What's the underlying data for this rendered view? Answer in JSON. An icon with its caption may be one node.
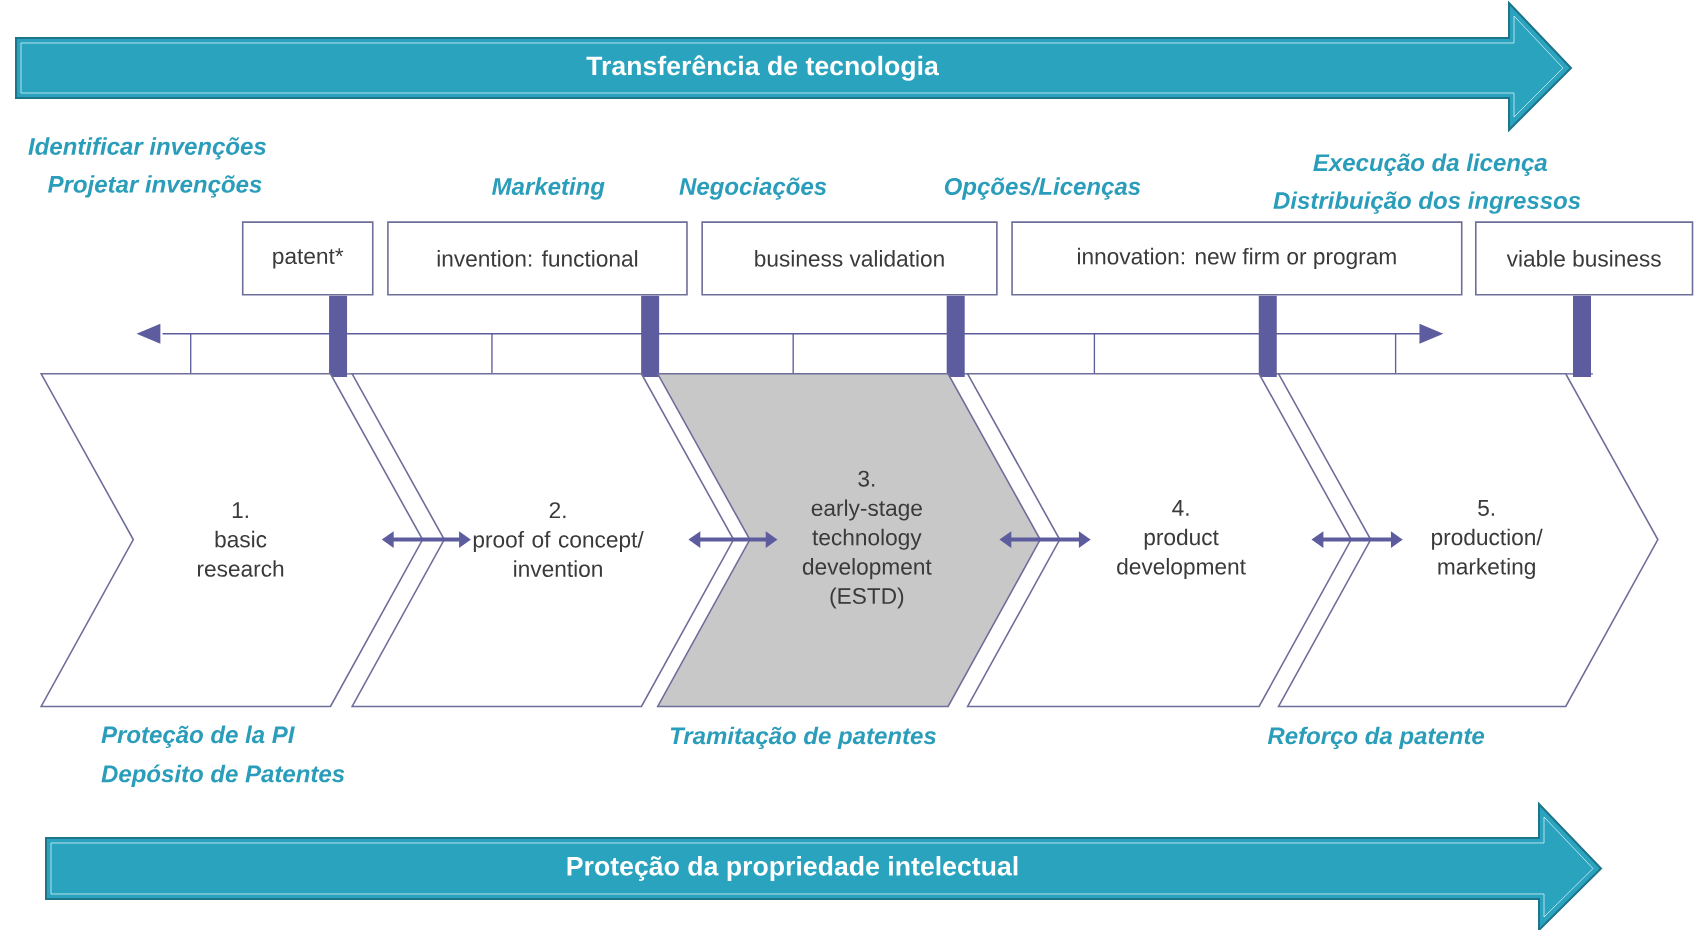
{
  "diagram": {
    "nodes": [
      {
        "text": [
          "Transferência de tecnologia"
        ]
      },
      {
        "text": [
          "patent*"
        ]
      },
      {
        "text": [
          "invention: functional"
        ]
      },
      {
        "text": [
          "business validation"
        ]
      },
      {
        "text": [
          "innovation: new firm or program"
        ]
      },
      {
        "text": [
          "viable business"
        ]
      },
      {
        "text": [
          "1.",
          "basic research"
        ]
      },
      {
        "text": [
          "2.",
          "proof of concept/ invention"
        ]
      },
      {
        "text": [
          "3.",
          "early-stage technology development (ESTD)"
        ]
      },
      {
        "text": [
          "4.",
          "product development"
        ]
      },
      {
        "text": [
          "5.",
          "production/ marketing"
        ]
      },
      {
        "text": [
          "Proteção da propriedade intelectual"
        ]
      }
    ],
    "edges": [
      {
        "from": 6,
        "to": 7,
        "arrow": "both"
      },
      {
        "from": 7,
        "to": 8,
        "arrow": "both"
      },
      {
        "from": 8,
        "to": 9,
        "arrow": "both"
      },
      {
        "from": 9,
        "to": 10,
        "arrow": "both"
      }
    ],
    "labels": [
      "Identificar invenções",
      "Projetar invenções",
      "Marketing",
      "Negociações",
      "Opções/Licenças",
      "Execução da licença",
      "Distribuição dos ingressos",
      "Proteção de la PI",
      "Depósito de Patentes",
      "Tramitação de patentes",
      "Reforço da patente"
    ]
  }
}
